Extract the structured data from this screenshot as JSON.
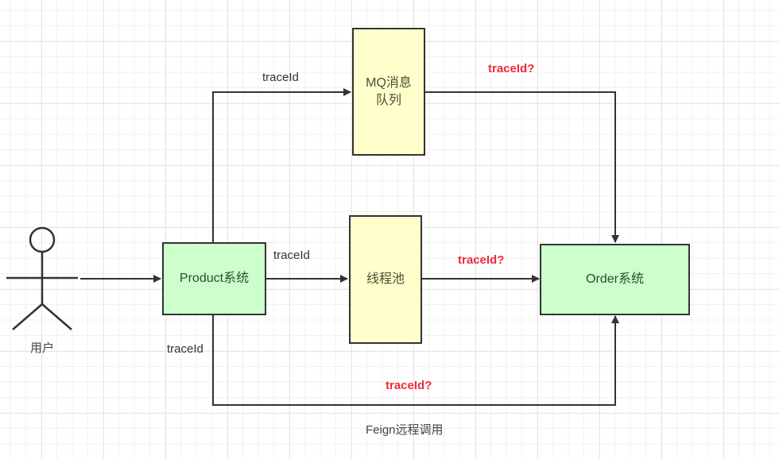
{
  "diagram": {
    "actor": {
      "label": "用户"
    },
    "nodes": {
      "product": {
        "label": "Product系统",
        "fill": "#ccffcc"
      },
      "mq": {
        "label": "MQ消息\n队列",
        "fill": "#ffffcc"
      },
      "threadpool": {
        "label": "线程池",
        "fill": "#ffffcc"
      },
      "order": {
        "label": "Order系统",
        "fill": "#ccffcc"
      }
    },
    "edges": {
      "product_to_mq": {
        "label": "traceId"
      },
      "mq_to_order": {
        "label": "traceId?"
      },
      "product_to_threadpool": {
        "label": "traceId"
      },
      "threadpool_to_order": {
        "label": "traceId?"
      },
      "product_to_order_feign": {
        "label": "traceId",
        "question_label": "traceId?",
        "caption": "Feign远程调用"
      }
    },
    "colors": {
      "stroke": "#333333",
      "question": "#ef2b3b"
    }
  }
}
